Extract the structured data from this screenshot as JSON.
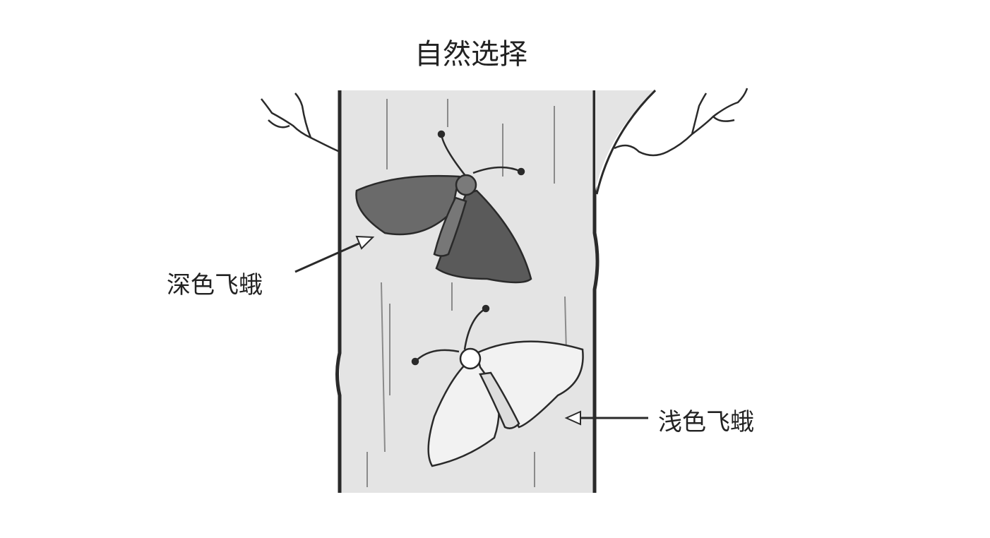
{
  "title": "自然选择",
  "labels": {
    "dark_moth": "深色飞蛾",
    "light_moth": "浅色飞蛾"
  },
  "colors": {
    "trunk": "#e4e4e4",
    "outline": "#2a2a2a",
    "dark_moth": "#6a6a6a",
    "light_moth": "#f2f2f2"
  }
}
